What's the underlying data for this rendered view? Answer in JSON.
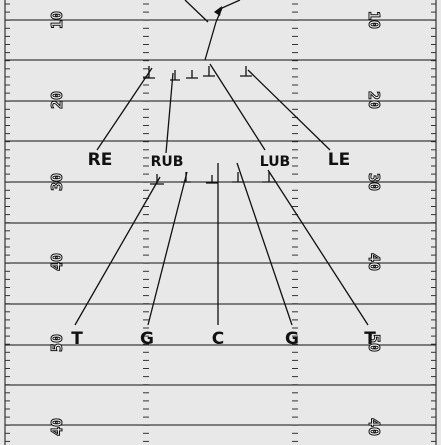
{
  "field": {
    "background": "#e8e8e8",
    "line_color": "#111111",
    "yard_numbers_left": [
      "10",
      "20",
      "30",
      "40",
      "50",
      "40"
    ],
    "yard_numbers_right": [
      "10",
      "20",
      "30",
      "40",
      "50",
      "40"
    ]
  },
  "players": {
    "defense": [
      {
        "id": "re",
        "label": "RE"
      },
      {
        "id": "rub",
        "label": "RUB"
      },
      {
        "id": "lub",
        "label": "LUB"
      },
      {
        "id": "le",
        "label": "LE"
      }
    ],
    "offense": [
      {
        "id": "t-left",
        "label": "T"
      },
      {
        "id": "g-left",
        "label": "G"
      },
      {
        "id": "c",
        "label": "C"
      },
      {
        "id": "g-right",
        "label": "G"
      },
      {
        "id": "t-right",
        "label": "T"
      }
    ]
  }
}
